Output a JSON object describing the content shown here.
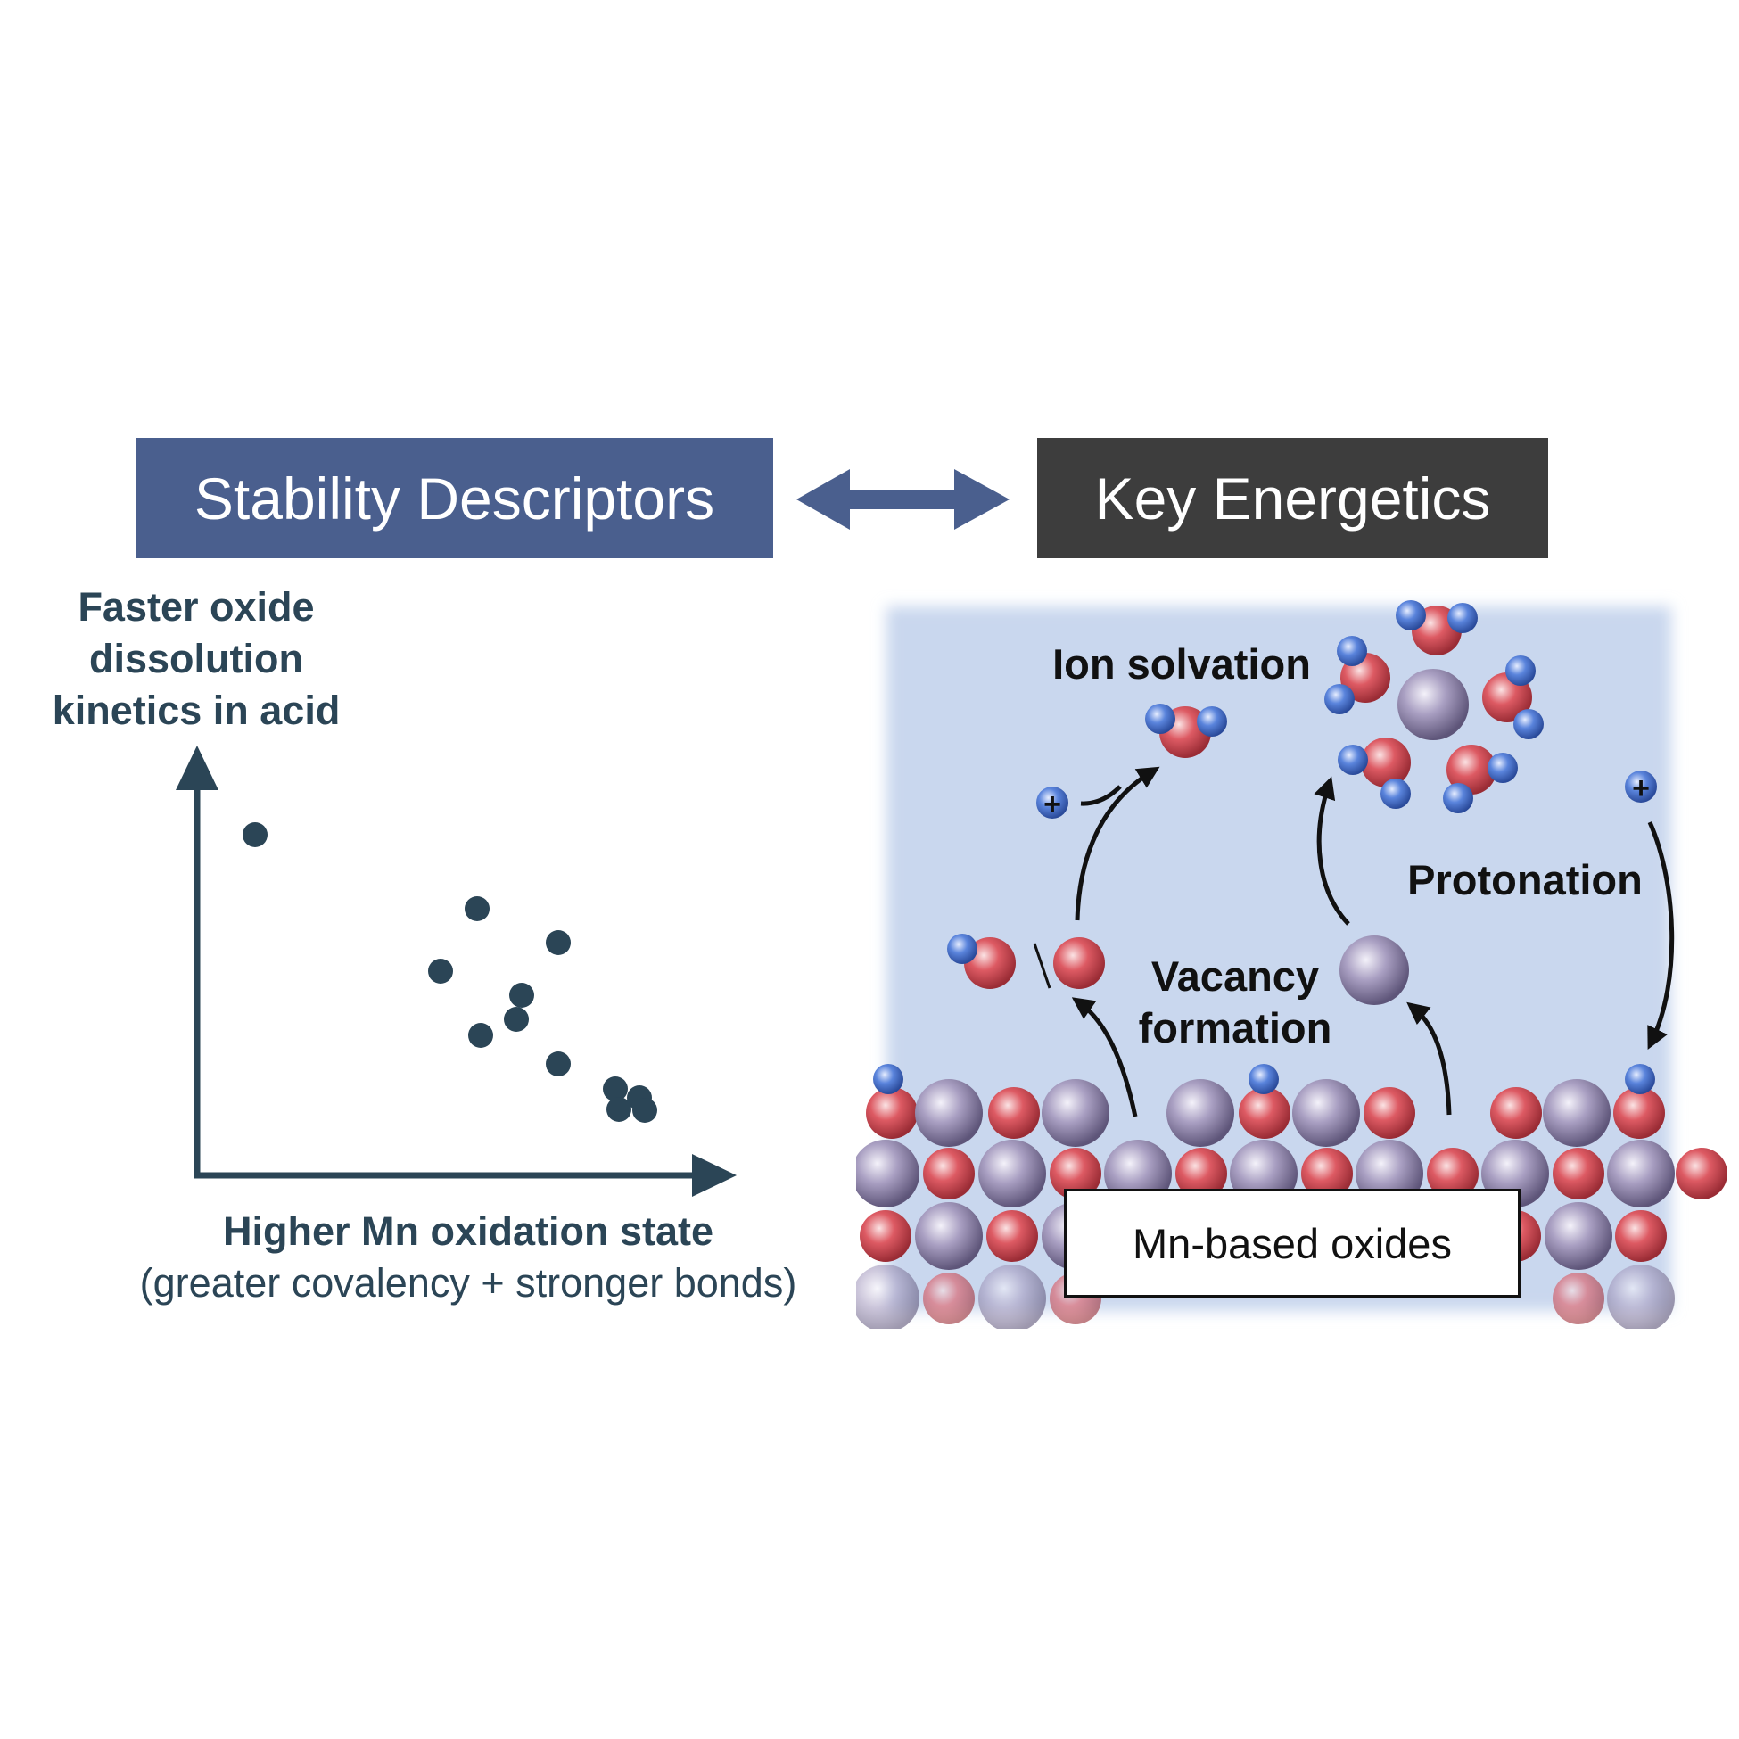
{
  "headers": {
    "left": "Stability Descriptors",
    "right": "Key Energetics"
  },
  "plot": {
    "y_axis_label": "Faster oxide dissolution kinetics in acid",
    "y_axis_lines": [
      "Faster oxide",
      "dissolution",
      "kinetics in acid"
    ],
    "x_axis_label": "Higher Mn oxidation state",
    "x_axis_sublabel": "(greater covalency + stronger bonds)",
    "points_count": 12
  },
  "scene": {
    "ion_solvation": "Ion solvation",
    "protonation": "Protonation",
    "vacancy_line1": "Vacancy",
    "vacancy_line2": "formation",
    "oxide_label": "Mn-based oxides",
    "proton_symbol": "+"
  },
  "colors": {
    "stability_header": "#4a5f8e",
    "energetics_header": "#3d3d3d",
    "axis": "#2b4556",
    "water_bg": "#c9d7ee",
    "oxygen": "#d9515b",
    "manganese": "#9a90b4",
    "hydrogen": "#4f7ad6"
  }
}
